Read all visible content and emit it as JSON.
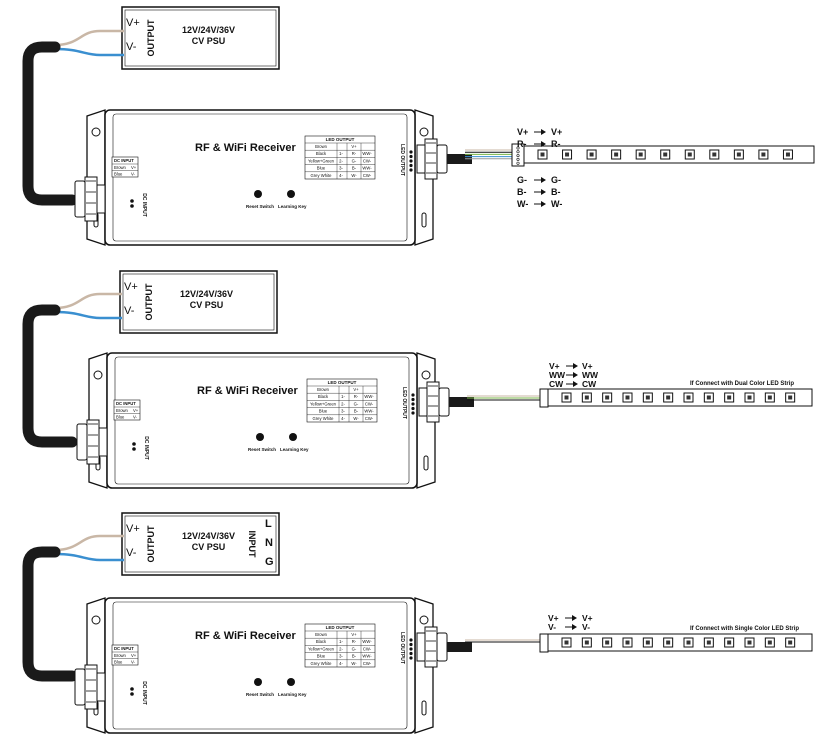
{
  "psu": {
    "output_label": "OUTPUT",
    "v_plus": "V+",
    "v_minus": "V-",
    "model_line1": "12V/24V/36V",
    "model_line2": "CV PSU",
    "input_label": "INPUT",
    "input_l": "L",
    "input_n": "N",
    "input_g": "G"
  },
  "receiver": {
    "title": "RF & WiFi Receiver",
    "reset_label": "Reset Switch",
    "learning_label": "Learning Key",
    "dc_input_label": "DC INPUT",
    "dc_input_side": "DC INPUT",
    "led_output_side": "LED OUTPUT",
    "dc_rows": [
      [
        "Brown",
        "V+"
      ],
      [
        "Blue",
        "V-"
      ]
    ],
    "led_output_title": "LED OUTPUT",
    "led_rows": [
      [
        "Brown",
        "",
        "V+",
        ""
      ],
      [
        "Black",
        "1-",
        "R-",
        "WW-"
      ],
      [
        "Yellow+Green",
        "2-",
        "G-",
        "CW-"
      ],
      [
        "Blue",
        "3-",
        "B-",
        "WW-"
      ],
      [
        "Grey White",
        "4-",
        "W-",
        "CW-"
      ]
    ]
  },
  "strip_labels": {
    "rgbw": [
      [
        "V+",
        "V+"
      ],
      [
        "R-",
        "R-"
      ],
      [
        "G-",
        "G-"
      ],
      [
        "B-",
        "B-"
      ],
      [
        "W-",
        "W-"
      ]
    ],
    "dual": [
      [
        "V+",
        "V+"
      ],
      [
        "WW",
        "WW"
      ],
      [
        "CW",
        "CW"
      ]
    ],
    "single": [
      [
        "V+",
        "V+"
      ],
      [
        "V-",
        "V-"
      ]
    ],
    "dual_caption": "If Connect with Dual Color LED Strip",
    "single_caption": "If Connect with Single Color LED Strip"
  },
  "colors": {
    "outline": "#111111",
    "cable": "#1a1a1a",
    "wire_brown": "#c9b7a6",
    "wire_blue": "#3a8fd0"
  }
}
